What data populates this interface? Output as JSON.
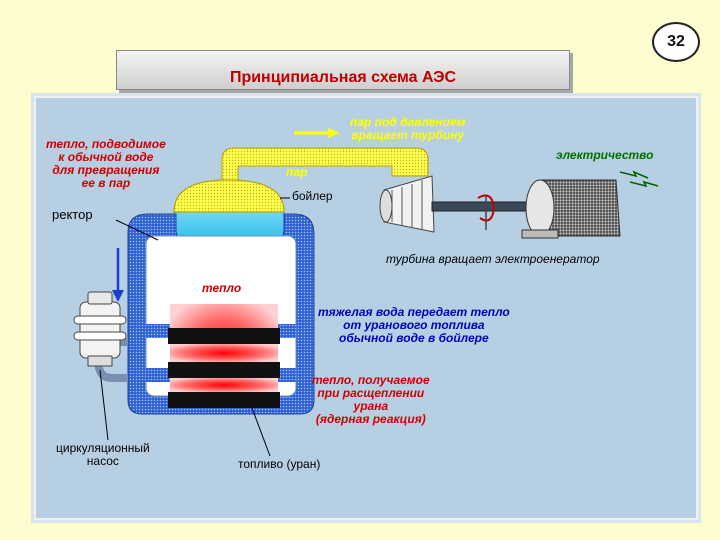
{
  "page_number": "32",
  "title": "Принципиальная схема АЭС",
  "labels": {
    "heat_to_water": [
      "тепло, подводимое",
      "к обычной воде",
      "для превращения",
      "ее в пар"
    ],
    "reactor": "ректор",
    "steam_turbine": [
      "пар под давлением",
      "вращает турбину"
    ],
    "steam": "пар",
    "boiler": "бойлер",
    "electricity": "электричество",
    "turbine_generator": "турбина вращает электроенератор",
    "heat": "тепло",
    "heavy_water": [
      "тяжелая вода передает тепло",
      "от уранового топлива",
      "обычной воде в бойлере"
    ],
    "fission_heat": [
      "тепло, получаемое",
      "при расщеплении",
      "урана",
      "(ядерная реакция)"
    ],
    "pump": [
      "циркуляционный",
      "насос"
    ],
    "fuel": "топливо (уран)"
  },
  "colors": {
    "background": "#fdfdd0",
    "panel": "#b7cfe2",
    "title_text": "#c00000",
    "steam_pipe": "#ffff44",
    "coolant": "#3a6fd8",
    "water": "#3fc8ee",
    "heat_label": "#d10000",
    "blue_label": "#0000c0",
    "green_label": "#007000"
  },
  "icons": [
    "turbine-icon",
    "generator-icon",
    "pump-icon",
    "flow-arrow-icon",
    "lightning-icon",
    "rotation-arrow-icon"
  ]
}
